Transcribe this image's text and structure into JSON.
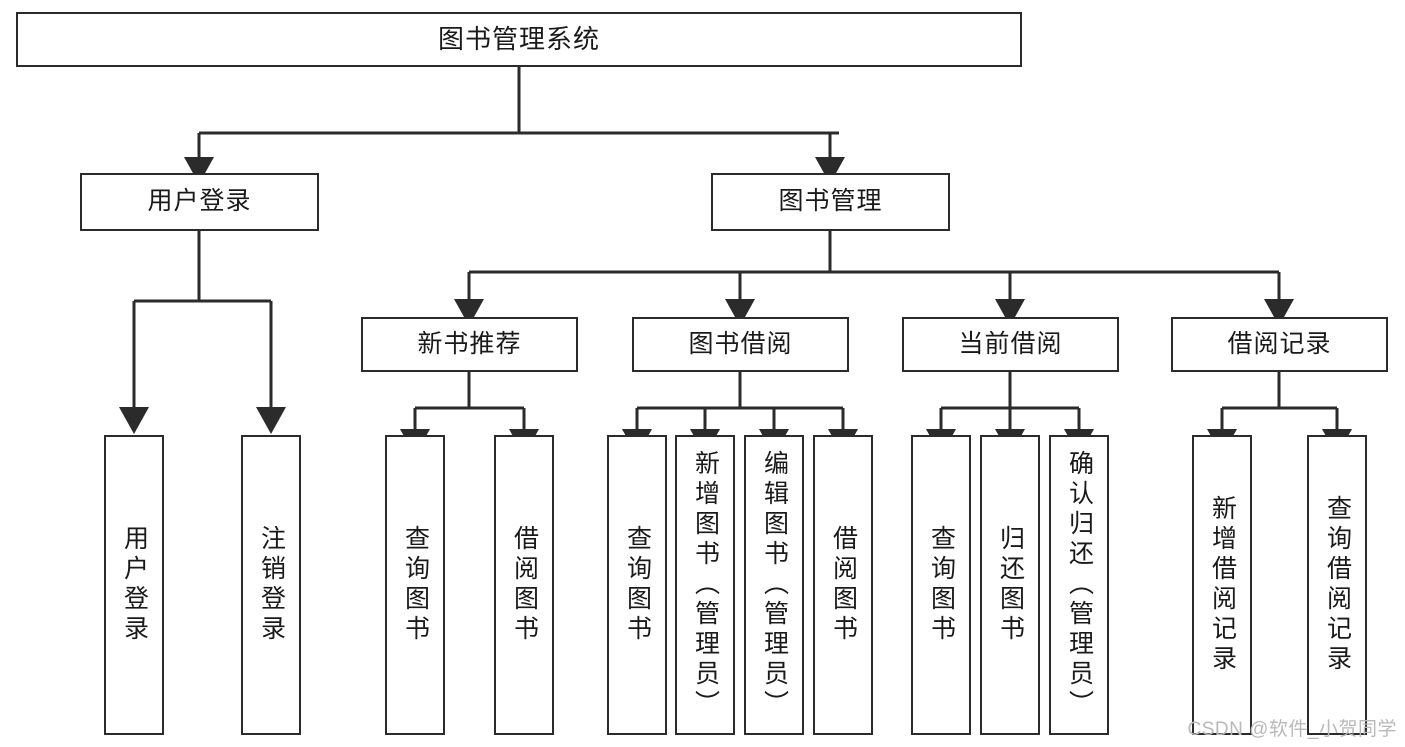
{
  "diagram": {
    "title": "图书管理系统",
    "type": "tree-hierarchy",
    "watermark": "CSDN @软件_小贺同学",
    "root": {
      "id": "root",
      "label": "图书管理系统"
    },
    "level2": [
      {
        "id": "user-login",
        "label": "用户登录"
      },
      {
        "id": "book-manage",
        "label": "图书管理"
      }
    ],
    "level3": [
      {
        "id": "new-book-rec",
        "label": "新书推荐",
        "parent": "book-manage"
      },
      {
        "id": "book-borrow",
        "label": "图书借阅",
        "parent": "book-manage"
      },
      {
        "id": "current-borrow",
        "label": "当前借阅",
        "parent": "book-manage"
      },
      {
        "id": "borrow-record",
        "label": "借阅记录",
        "parent": "book-manage"
      }
    ],
    "leaves": [
      {
        "id": "leaf-user-login",
        "label": "用户登录",
        "parent": "user-login"
      },
      {
        "id": "leaf-logout",
        "label": "注销登录",
        "parent": "user-login"
      },
      {
        "id": "leaf-query-book-1",
        "label": "查询图书",
        "parent": "new-book-rec"
      },
      {
        "id": "leaf-borrow-book-1",
        "label": "借阅图书",
        "parent": "new-book-rec"
      },
      {
        "id": "leaf-query-book-2",
        "label": "查询图书",
        "parent": "book-borrow"
      },
      {
        "id": "leaf-add-book",
        "label": "新增图书（管理员）",
        "parent": "book-borrow"
      },
      {
        "id": "leaf-edit-book",
        "label": "编辑图书（管理员）",
        "parent": "book-borrow"
      },
      {
        "id": "leaf-borrow-book-2",
        "label": "借阅图书",
        "parent": "book-borrow"
      },
      {
        "id": "leaf-query-book-3",
        "label": "查询图书",
        "parent": "current-borrow"
      },
      {
        "id": "leaf-return-book",
        "label": "归还图书",
        "parent": "current-borrow"
      },
      {
        "id": "leaf-confirm-return",
        "label": "确认归还（管理员）",
        "parent": "current-borrow"
      },
      {
        "id": "leaf-add-record",
        "label": "新增借阅记录",
        "parent": "borrow-record"
      },
      {
        "id": "leaf-query-record",
        "label": "查询借阅记录",
        "parent": "borrow-record"
      }
    ],
    "colors": {
      "stroke": "#2b2b2b",
      "fill": "#ffffff",
      "text": "#1a1a1a",
      "watermark": "#b9b9b9"
    }
  }
}
